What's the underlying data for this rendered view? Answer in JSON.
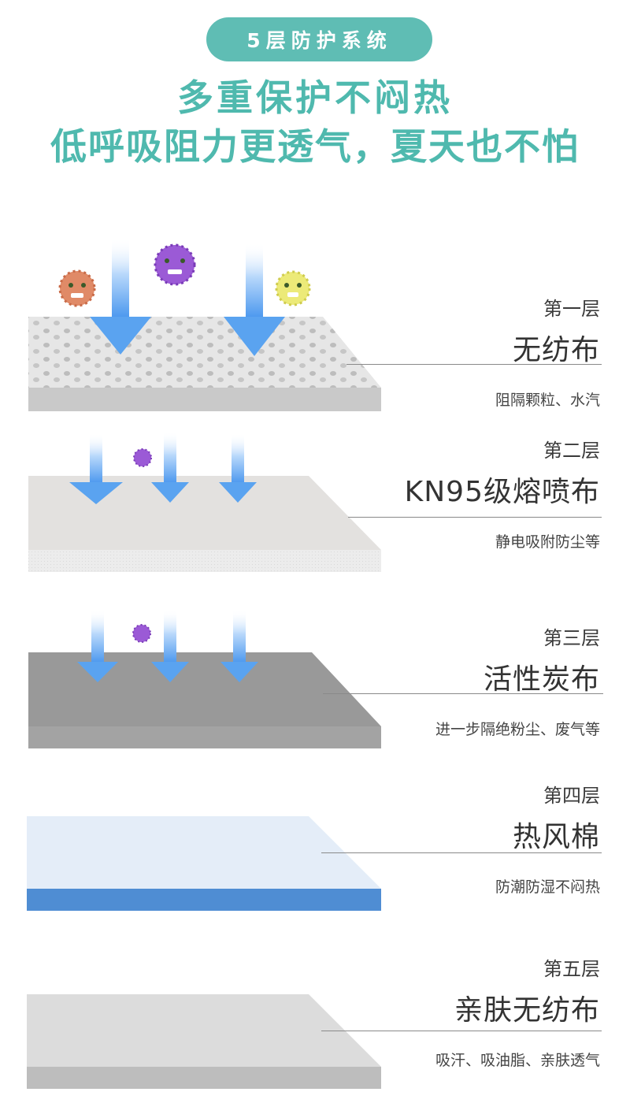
{
  "header": {
    "badge": "5层防护系统",
    "line1": "多重保护不闷热",
    "line2": "低呼吸阻力更透气，夏天也不怕"
  },
  "layers": [
    {
      "num": "第一层",
      "name": "无纺布",
      "desc": "阻隔颗粒、水汽",
      "icon": "virus-germs-arrows-icon"
    },
    {
      "num": "第二层",
      "name": "KN95级熔喷布",
      "desc": "静电吸附防尘等",
      "icon": "virus-arrows-icon"
    },
    {
      "num": "第三层",
      "name": "活性炭布",
      "desc": "进一步隔绝粉尘、废气等",
      "icon": "virus-arrows-icon"
    },
    {
      "num": "第四层",
      "name": "热风棉",
      "desc": "防潮防湿不闷热"
    },
    {
      "num": "第五层",
      "name": "亲肤无纺布",
      "desc": "吸汗、吸油脂、亲肤透气"
    }
  ],
  "colors": {
    "accent": "#5fbdb4",
    "headline": "#4fb9ae",
    "arrow": "#5aa3f0",
    "layer4_blue": "#4f8dd3"
  }
}
